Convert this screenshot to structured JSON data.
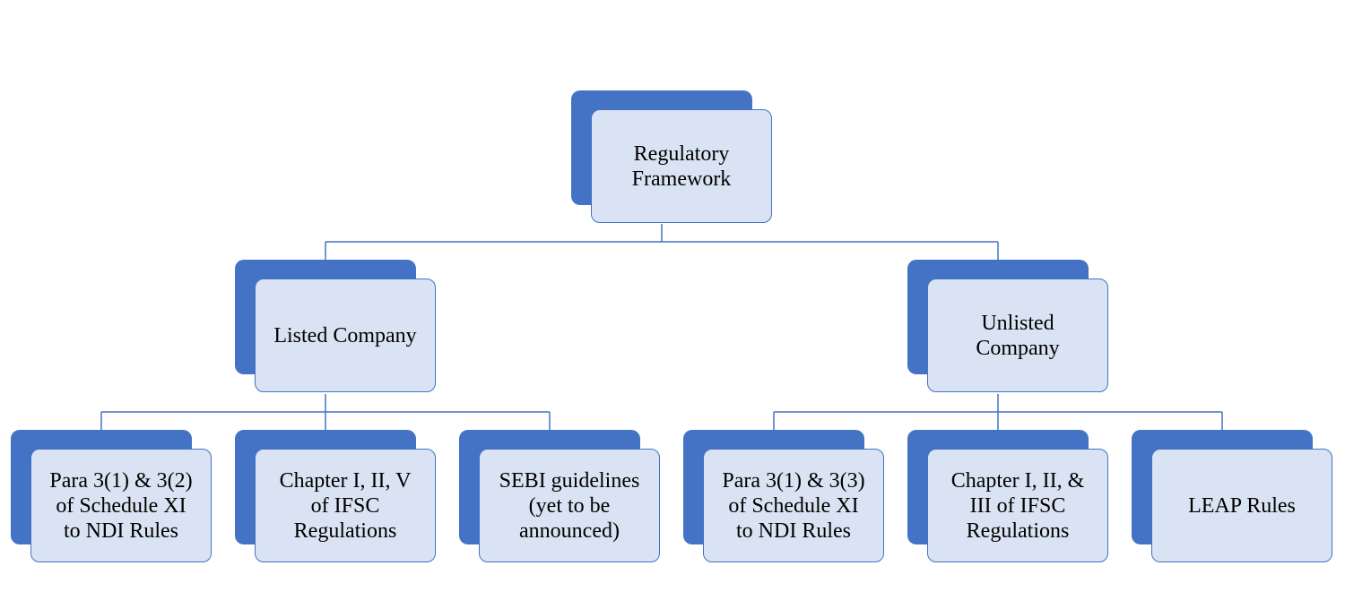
{
  "diagram": {
    "root": {
      "label": "Regulatory\nFramework"
    },
    "branches": [
      {
        "label": "Listed Company",
        "children": [
          {
            "label": "Para 3(1) & 3(2)\nof Schedule XI\nto NDI Rules"
          },
          {
            "label": "Chapter I, II, V\nof IFSC\nRegulations"
          },
          {
            "label": "SEBI guidelines\n(yet to be\nannounced)"
          }
        ]
      },
      {
        "label": "Unlisted\nCompany",
        "children": [
          {
            "label": "Para 3(1) & 3(3)\nof Schedule XI\nto NDI Rules"
          },
          {
            "label": "Chapter I, II, &\nIII of IFSC\nRegulations"
          },
          {
            "label": "LEAP Rules"
          }
        ]
      }
    ],
    "colors": {
      "shadow": "#4472c4",
      "card_fill": "#dae3f3",
      "card_border": "#4472c4",
      "connector": "#4472c4"
    }
  }
}
